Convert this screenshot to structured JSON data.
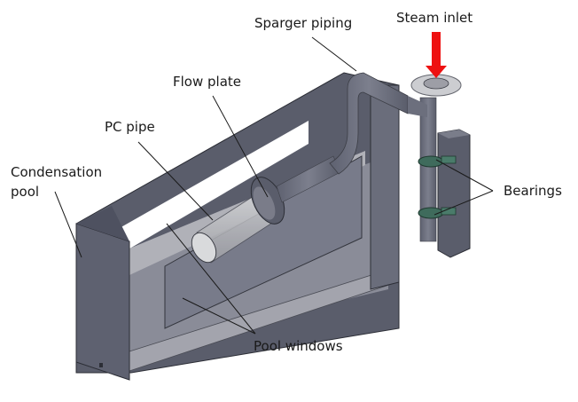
{
  "diagram": {
    "title": "Condensation pool test facility",
    "labels": {
      "sparger_piping": "Sparger piping",
      "steam_inlet": "Steam inlet",
      "flow_plate": "Flow plate",
      "pc_pipe": "PC pipe",
      "condensation_pool_line1": "Condensation",
      "condensation_pool_line2": "pool",
      "bearings": "Bearings",
      "pool_windows": "Pool windows"
    },
    "colors": {
      "steel_dark": "#5a5d6b",
      "steel_mid": "#6e7180",
      "steel_light": "#a9aab3",
      "glass": "#c8c9cc",
      "bearing_green": "#3f6b5c",
      "arrow_red": "#ee1111",
      "text": "#1a1a1a"
    }
  }
}
